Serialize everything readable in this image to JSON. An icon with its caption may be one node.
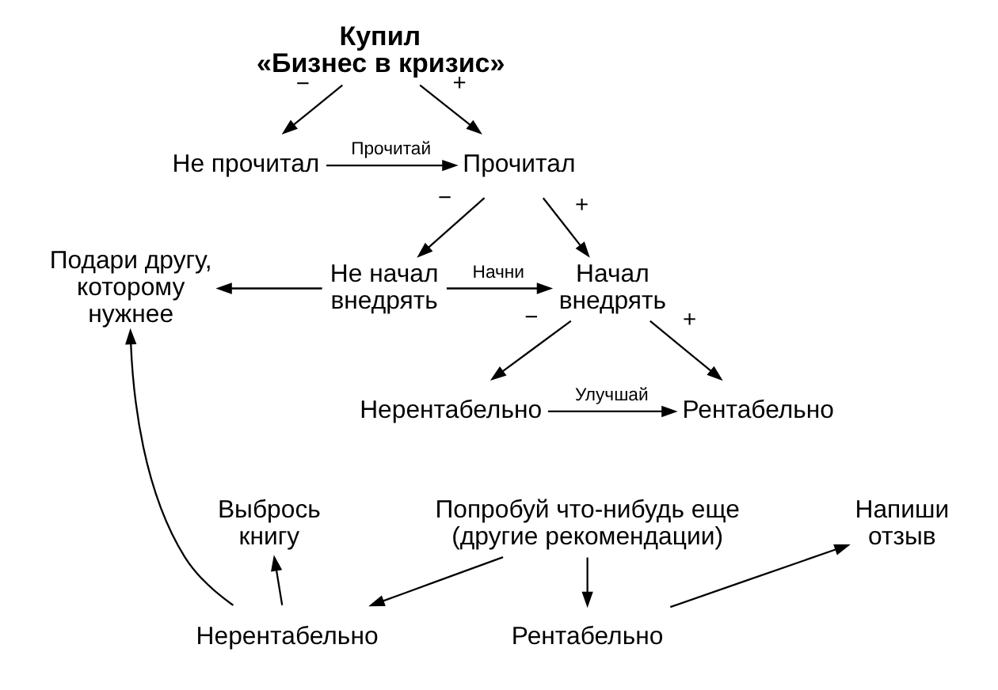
{
  "diagram": {
    "nodes": [
      {
        "text": [
          "Купил «Бизнес в кризис»"
        ]
      },
      {
        "text": [
          "Не прочитал"
        ]
      },
      {
        "text": [
          "Прочитал"
        ]
      },
      {
        "text": [
          "Подари другу, которому нужнее"
        ]
      },
      {
        "text": [
          "Не начал внедрять"
        ]
      },
      {
        "text": [
          "Начал внедрять"
        ]
      },
      {
        "text": [
          "Нерентабельно"
        ]
      },
      {
        "text": [
          "Рентабельно"
        ]
      },
      {
        "text": [
          "Выбрось книгу"
        ]
      },
      {
        "text": [
          "Попробуй что-нибудь еще (другие рекомендации)"
        ]
      },
      {
        "text": [
          "Напиши отзыв"
        ]
      },
      {
        "text": [
          "Нерентабельно"
        ]
      },
      {
        "text": [
          "Рентабельно"
        ]
      }
    ],
    "edges": [
      {
        "from": 0,
        "to": 1,
        "arrow": "to",
        "label": "−"
      },
      {
        "from": 0,
        "to": 2,
        "arrow": "to",
        "label": "+"
      },
      {
        "from": 1,
        "to": 2,
        "arrow": "to",
        "label": "Прочитай"
      },
      {
        "from": 2,
        "to": 4,
        "arrow": "to",
        "label": "−"
      },
      {
        "from": 2,
        "to": 5,
        "arrow": "to",
        "label": "+"
      },
      {
        "from": 4,
        "to": 3,
        "arrow": "to"
      },
      {
        "from": 4,
        "to": 5,
        "arrow": "to",
        "label": "Начни"
      },
      {
        "from": 5,
        "to": 6,
        "arrow": "to",
        "label": "−"
      },
      {
        "from": 5,
        "to": 7,
        "arrow": "to",
        "label": "+"
      },
      {
        "from": 6,
        "to": 7,
        "arrow": "to",
        "label": "Улучшай"
      },
      {
        "from": 9,
        "to": 11,
        "arrow": "to"
      },
      {
        "from": 9,
        "to": 12,
        "arrow": "to"
      },
      {
        "from": 11,
        "to": 8,
        "arrow": "to"
      },
      {
        "from": 11,
        "to": 3,
        "arrow": "to"
      },
      {
        "from": 12,
        "to": 10,
        "arrow": "to"
      }
    ]
  }
}
